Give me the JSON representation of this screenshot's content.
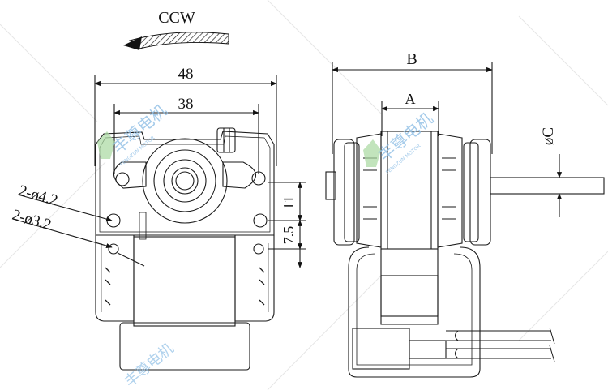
{
  "rotation": {
    "label": "CCW"
  },
  "dimensions": {
    "overall_width": "48",
    "hole_spacing": "38",
    "hole_pair_a": "2-ø4.2",
    "hole_pair_b": "2-ø3.2",
    "vertical_11": "11",
    "vertical_7_5": "7.5",
    "depth_b": "B",
    "core_a": "A",
    "shaft_c": "øC"
  },
  "watermark": {
    "brand": "丰尊电机",
    "sub": "FENGZUN MOTOR"
  },
  "colors": {
    "line": "#1a1a1a",
    "watermark": "#8fbfe6",
    "watermark_green": "#a8d8a0"
  }
}
